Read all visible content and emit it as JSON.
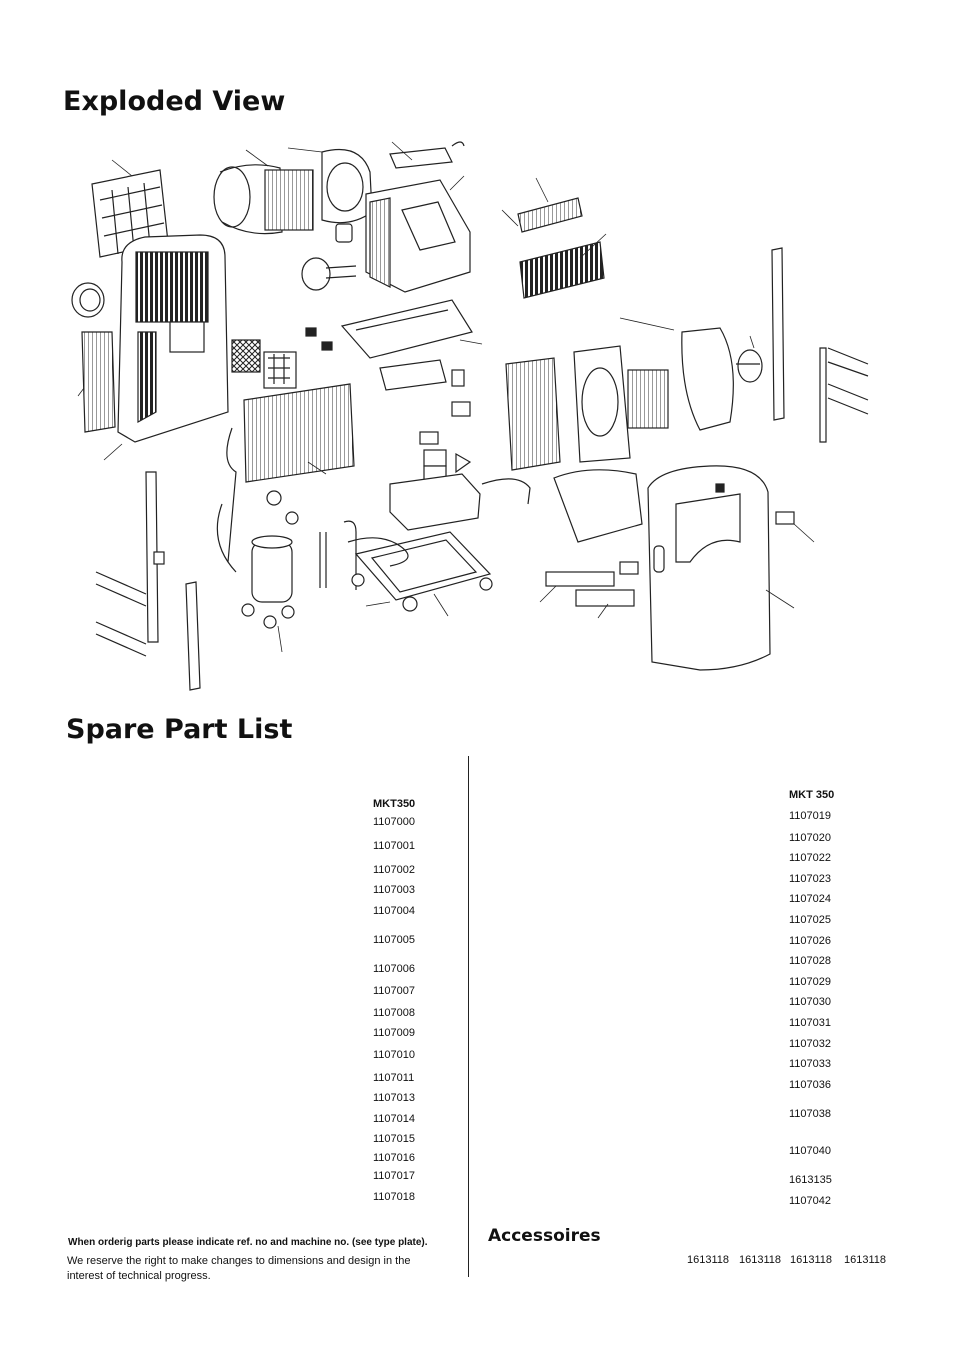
{
  "headings": {
    "exploded_view": "Exploded View",
    "spare_part_list": "Spare Part List",
    "accessories": "Accessoires"
  },
  "left_column": {
    "model": "MKT350",
    "parts": [
      "1107000",
      "1107001",
      "1107002",
      "1107003",
      "1107004",
      "1107005",
      "1107006",
      "1107007",
      "1107008",
      "1107009",
      "1107010",
      "1107011",
      "1107013",
      "1107014",
      "1107015",
      "1107016",
      "1107017",
      "1107018"
    ]
  },
  "right_column": {
    "model": "MKT 350",
    "parts": [
      "1107019",
      "1107020",
      "1107022",
      "1107023",
      "1107024",
      "1107025",
      "1107026",
      "1107028",
      "1107029",
      "1107030",
      "1107031",
      "1107032",
      "1107033",
      "1107036",
      "1107038",
      "1107040",
      "1613135",
      "1107042"
    ]
  },
  "notes": {
    "order": "When orderig parts please indicate ref. no and machine no.  (see type plate).",
    "reserve": "We reserve the right to make changes to dimensions and design in the interest of technical progress."
  },
  "accessories": [
    "1613118",
    "1613118",
    "1613118",
    "1613118"
  ]
}
